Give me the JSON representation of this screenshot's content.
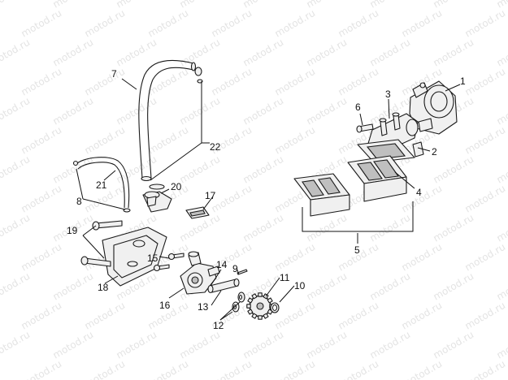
{
  "watermark": "motod.ru",
  "callouts": [
    {
      "id": "1",
      "label": "1"
    },
    {
      "id": "2",
      "label": "2"
    },
    {
      "id": "3",
      "label": "3"
    },
    {
      "id": "4",
      "label": "4"
    },
    {
      "id": "5",
      "label": "5"
    },
    {
      "id": "6",
      "label": "6"
    },
    {
      "id": "7",
      "label": "7"
    },
    {
      "id": "8",
      "label": "8"
    },
    {
      "id": "9",
      "label": "9"
    },
    {
      "id": "10",
      "label": "10"
    },
    {
      "id": "11",
      "label": "11"
    },
    {
      "id": "12",
      "label": "12"
    },
    {
      "id": "13",
      "label": "13"
    },
    {
      "id": "14",
      "label": "14"
    },
    {
      "id": "15",
      "label": "15"
    },
    {
      "id": "16",
      "label": "16"
    },
    {
      "id": "17",
      "label": "17"
    },
    {
      "id": "18",
      "label": "18"
    },
    {
      "id": "19",
      "label": "19"
    },
    {
      "id": "20",
      "label": "20"
    },
    {
      "id": "21",
      "label": "21"
    },
    {
      "id": "22",
      "label": "22"
    }
  ]
}
